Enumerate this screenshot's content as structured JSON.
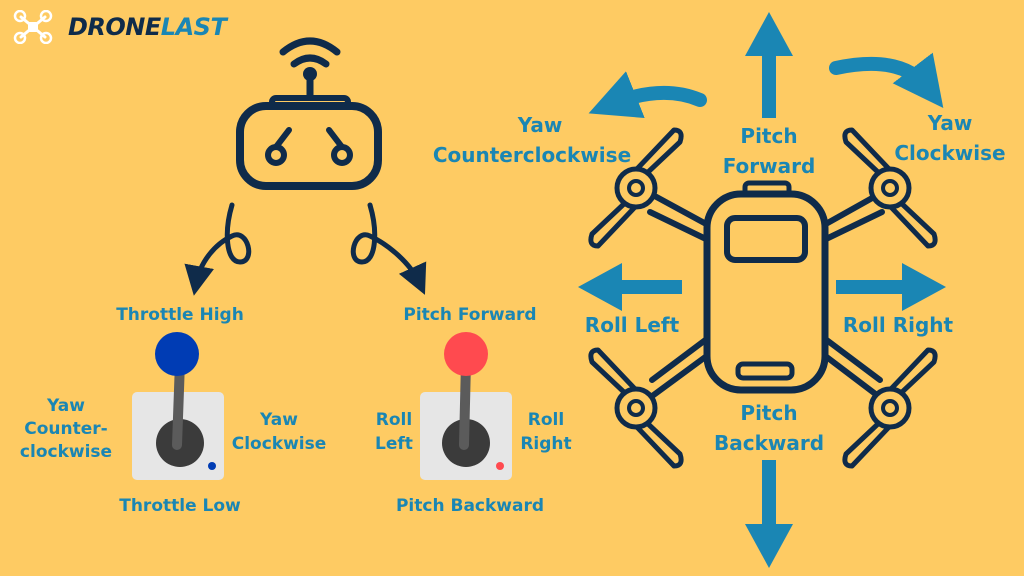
{
  "logo": {
    "part1": "DRONE",
    "part2": "LAST",
    "icon": "drone-icon"
  },
  "colors": {
    "background": "#FECB63",
    "label": "#1A86B4",
    "outline": "#0F2B4A",
    "left_knob": "#003CB4",
    "right_knob": "#FF4A4F"
  },
  "icons": {
    "remote": "remote-controller-icon",
    "left_arrow": "curved-arrow-icon",
    "right_arrow": "curved-arrow-icon",
    "left_stick": "joystick-icon",
    "right_stick": "joystick-icon",
    "drone": "drone-icon"
  },
  "left_stick": {
    "top": "Throttle High",
    "bottom": "Throttle Low",
    "left_l1": "Yaw",
    "left_l2": "Counter-",
    "left_l3": "clockwise",
    "right_l1": "Yaw",
    "right_l2": "Clockwise"
  },
  "right_stick": {
    "top": "Pitch Forward",
    "bottom": "Pitch Backward",
    "left_l1": "Roll",
    "left_l2": "Left",
    "right_l1": "Roll",
    "right_l2": "Right"
  },
  "drone": {
    "pitch_forward_l1": "Pitch",
    "pitch_forward_l2": "Forward",
    "pitch_backward_l1": "Pitch",
    "pitch_backward_l2": "Backward",
    "roll_left": "Roll Left",
    "roll_right": "Roll Right",
    "yaw_ccw_l1": "Yaw",
    "yaw_ccw_l2": "Counterclockwise",
    "yaw_cw_l1": "Yaw",
    "yaw_cw_l2": "Clockwise"
  }
}
